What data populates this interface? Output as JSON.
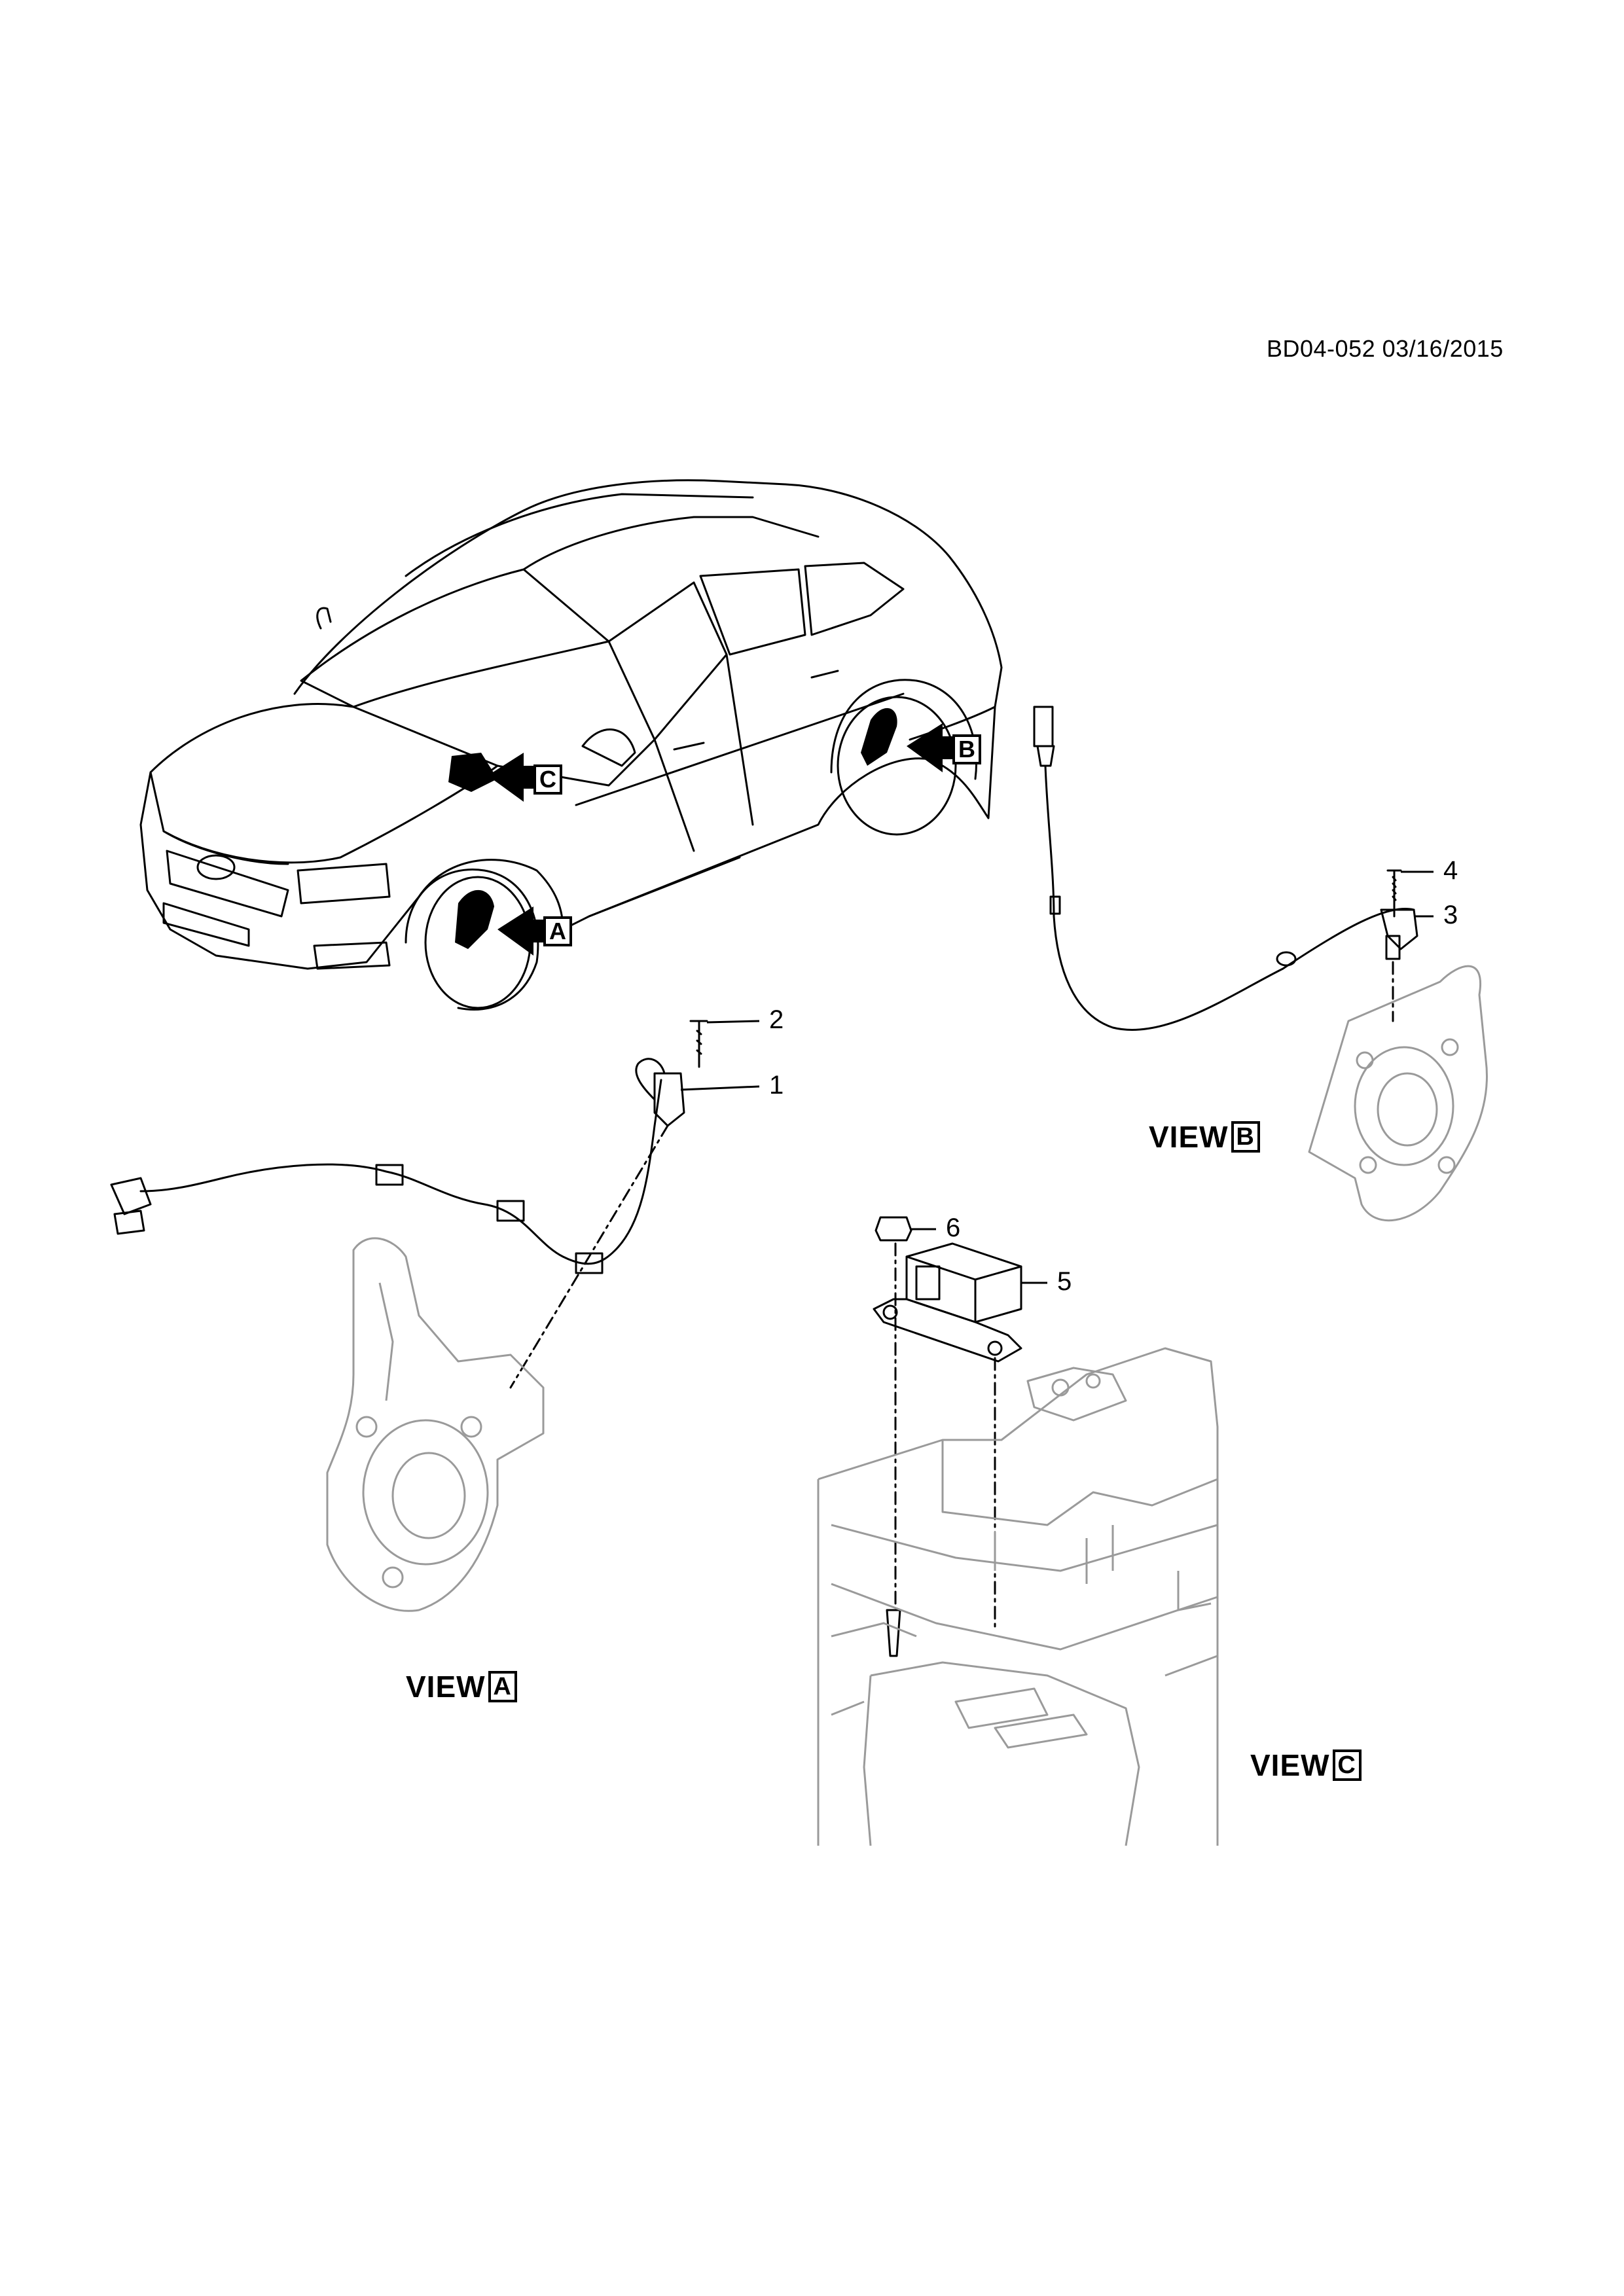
{
  "header": {
    "document_id": "BD04-052 03/16/2015"
  },
  "callouts": [
    {
      "number": "1"
    },
    {
      "number": "2"
    },
    {
      "number": "3"
    },
    {
      "number": "4"
    },
    {
      "number": "5"
    },
    {
      "number": "6"
    }
  ],
  "views": [
    {
      "prefix": "VIEW",
      "letter": "A"
    },
    {
      "prefix": "VIEW",
      "letter": "B"
    },
    {
      "prefix": "VIEW",
      "letter": "C"
    }
  ],
  "arrow_tags": [
    {
      "letter": "A"
    },
    {
      "letter": "B"
    },
    {
      "letter": "C"
    }
  ]
}
